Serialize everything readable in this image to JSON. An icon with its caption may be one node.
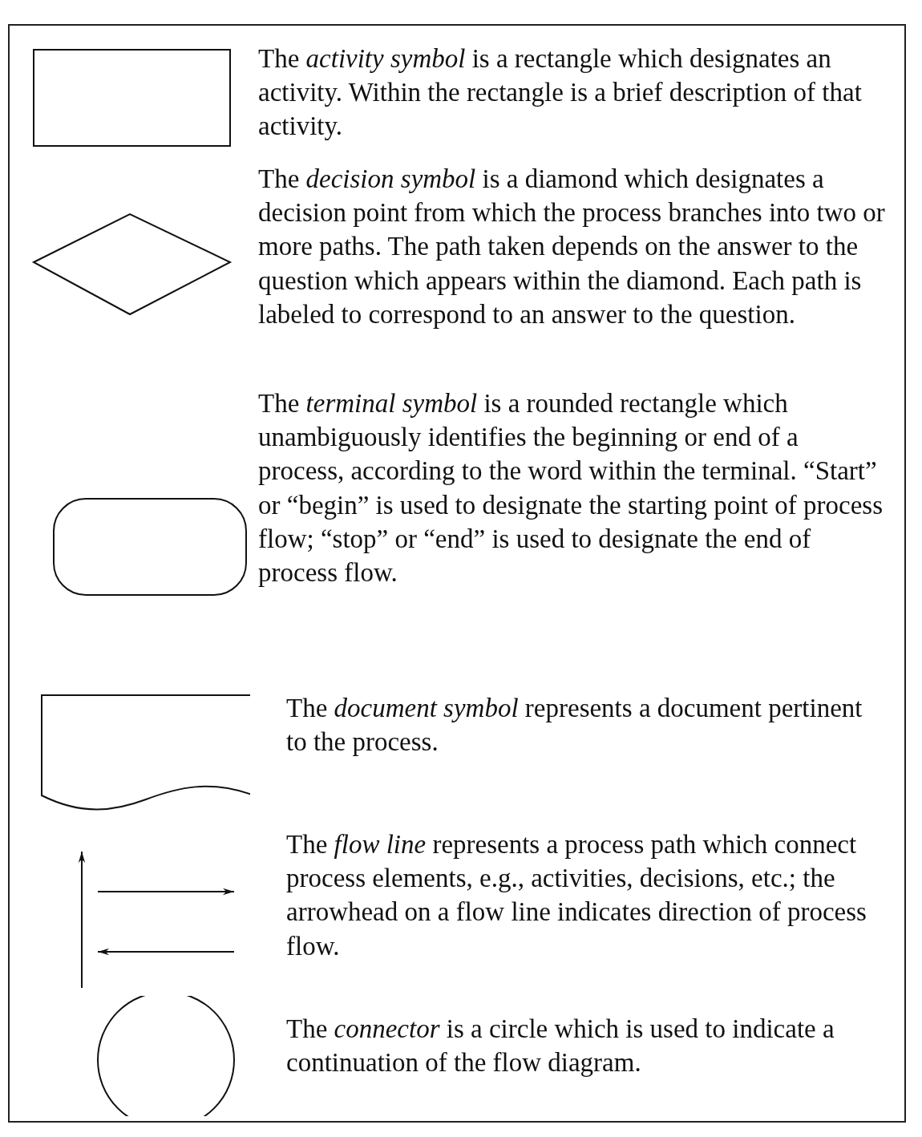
{
  "diagram": {
    "labels": [
      "The *activity symbol* is a rectangle which designates an activity. Within the rectangle is a brief description of that activity.",
      "The *decision symbol* is a diamond which designates a decision point from which the process branches into two or more paths. The path taken depends on the answer to the question which appears within the diamond. Each path is labeled to correspond to an answer to the question.",
      "The *terminal symbol* is a rounded rectangle which unambiguously identifies the beginning or end of a process, according to the word within the terminal. “Start” or “begin” is used to designate the starting point of process flow; “stop” or “end” is used to designate the end of process flow.",
      "The *document symbol* represents a document pertinent to the process.",
      "The *flow line* represents a process path which connect process elements, e.g., activities, decisions, etc.; the arrowhead on a flow line indicates direction of process flow.",
      "The *connector* is a circle which is used to indicate a continuation of the flow diagram."
    ]
  }
}
